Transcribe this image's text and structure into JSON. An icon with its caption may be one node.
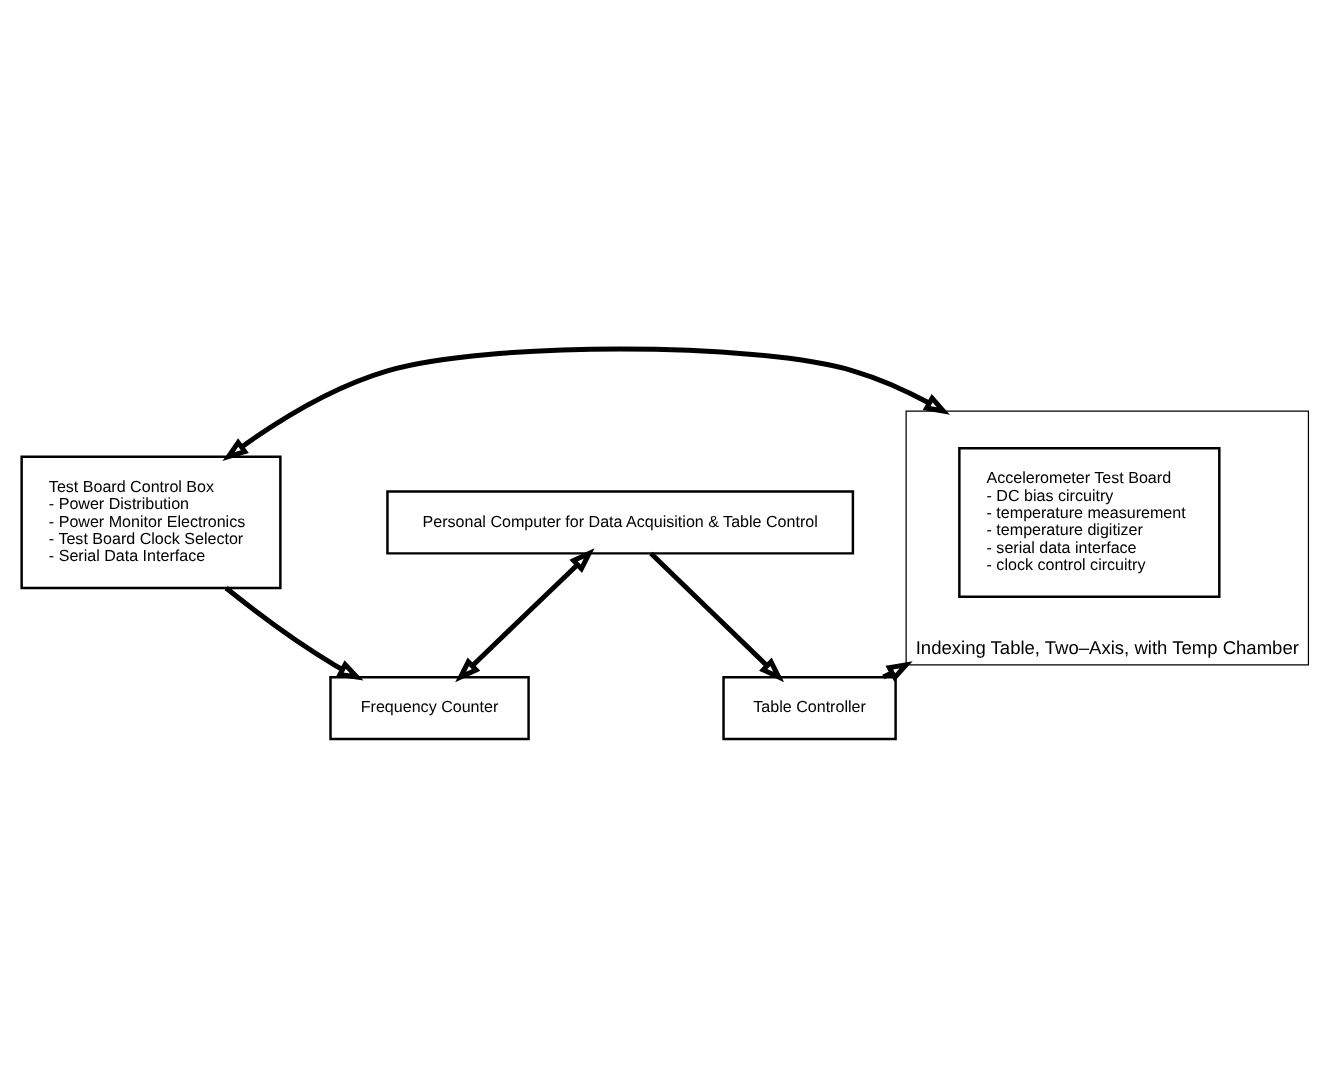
{
  "diagram": {
    "nodes": [
      {
        "text": [
          "Personal Computer for Data Acquisition & Table Control"
        ]
      },
      {
        "text": [
          "Frequency Counter"
        ]
      },
      {
        "text": [
          "Test Board Control Box",
          "- Power Distribution",
          "- Power Monitor Electronics",
          "- Test Board Clock Selector",
          "- Serial Data Interface"
        ]
      },
      {
        "text": [
          "Table Controller"
        ]
      },
      {
        "text": [
          "Indexing Table, Two–Axis, with Temp Chamber"
        ]
      },
      {
        "text": [
          "Accelerometer Test Board",
          "- DC bias circuitry",
          "- temperature measurement",
          "- temperature digitizer",
          "- serial data interface",
          "- clock control circuitry"
        ],
        "in": 4
      }
    ],
    "edges": [
      {
        "from": 0,
        "to": 1,
        "arrow": "both"
      },
      {
        "from": 2,
        "to": 1,
        "arrow": "to"
      },
      {
        "from": 0,
        "to": 3,
        "arrow": "to"
      },
      {
        "from": 3,
        "to": 4,
        "arrow": "to"
      },
      {
        "from": 2,
        "to": 4,
        "arrow": "both"
      }
    ]
  }
}
